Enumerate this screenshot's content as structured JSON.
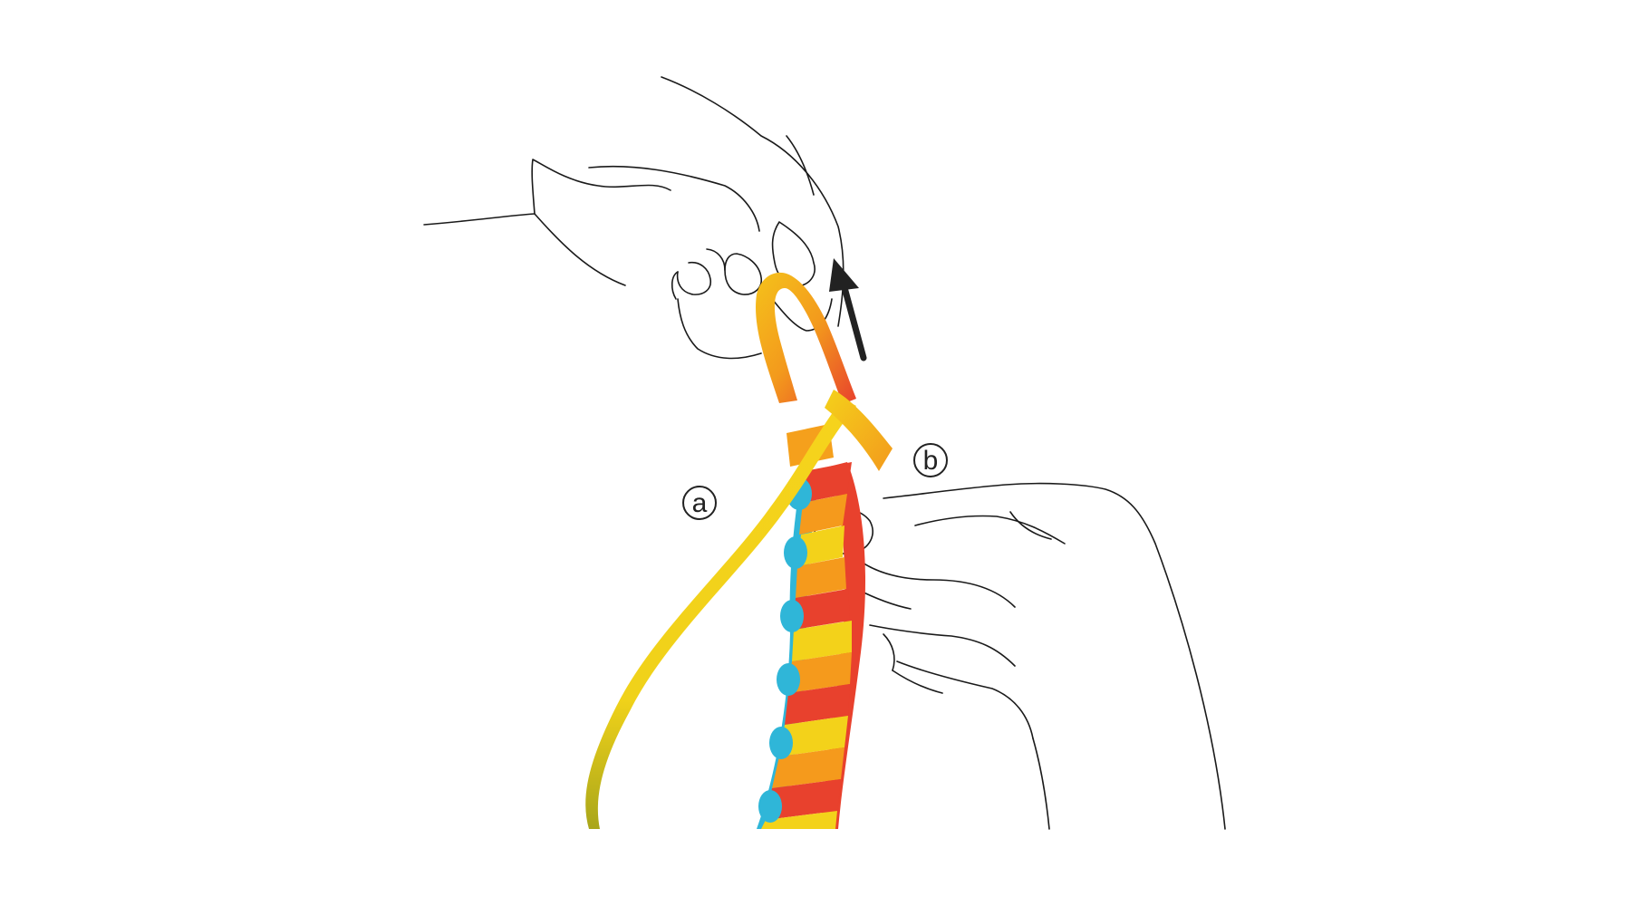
{
  "labels": {
    "a": "a",
    "b": "b"
  },
  "colors": {
    "ribbon_red": "#e8412d",
    "ribbon_orange": "#f59a1c",
    "ribbon_yellow": "#f3d21a",
    "ribbon_blue": "#2fb6d8",
    "arrow": "#222222",
    "outline": "#1a1a1a"
  },
  "icons": {
    "arrow": "up-arrow-icon",
    "label_marker": "circled-letter"
  }
}
